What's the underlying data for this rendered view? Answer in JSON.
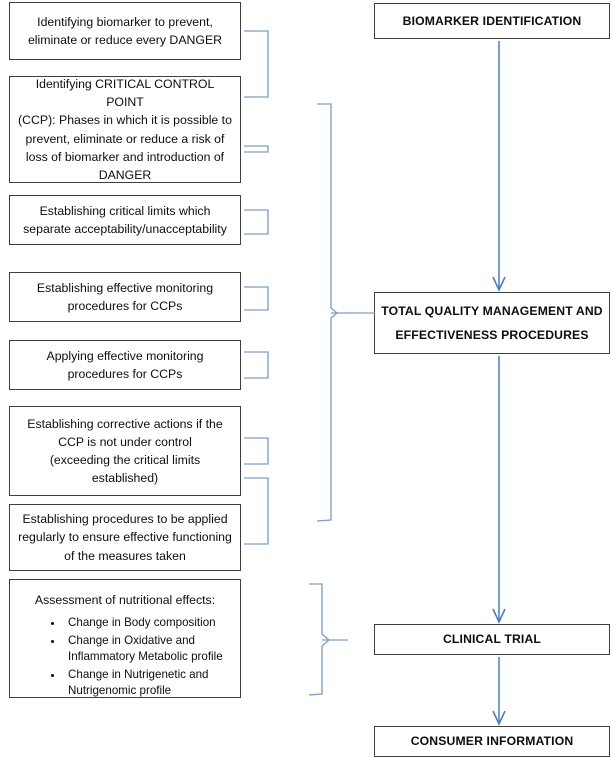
{
  "diagram": {
    "title": "Biomarker identification HACCP-style flowchart",
    "colors": {
      "box_border": "#3f3f3f",
      "bracket": "#7e9fc4",
      "arrow": "#4a7ebb",
      "background": "#ffffff",
      "text": "#0d0d0d"
    }
  },
  "left_column": {
    "steps": [
      {
        "id": "step-1",
        "lines": [
          "Identifying biomarker to prevent,",
          "eliminate or reduce every DANGER"
        ]
      },
      {
        "id": "step-2",
        "lines": [
          "Identifying CRITICAL CONTROL POINT",
          "(CCP): Phases in which it is possible to",
          "prevent, eliminate or reduce a risk of",
          "loss of biomarker and introduction of",
          "DANGER"
        ]
      },
      {
        "id": "step-3",
        "lines": [
          "Establishing critical limits which",
          "separate acceptability/unacceptability"
        ]
      },
      {
        "id": "step-4",
        "lines": [
          "Establishing effective monitoring",
          "procedures for CCPs"
        ]
      },
      {
        "id": "step-5",
        "lines": [
          "Applying effective monitoring",
          "procedures for CCPs"
        ]
      },
      {
        "id": "step-6",
        "lines": [
          "Establishing corrective actions if the",
          "CCP is not under control",
          "(exceeding the critical limits",
          "established)"
        ]
      },
      {
        "id": "step-7",
        "lines": [
          "Establishing procedures to be applied",
          "regularly to ensure effective functioning",
          "of the measures taken"
        ]
      }
    ],
    "assessment": {
      "id": "step-8",
      "title": "Assessment of nutritional effects:",
      "bullets": [
        "Change in Body composition",
        "Change in Oxidative and Inflammatory Metabolic profile",
        "Change in Nutrigenetic and Nutrigenomic profile"
      ]
    }
  },
  "right_column": {
    "nodes": [
      {
        "id": "node-biomarker-identification",
        "label": "BIOMARKER IDENTIFICATION"
      },
      {
        "id": "node-total-quality-management",
        "label_line_1": "TOTAL QUALITY MANAGEMENT AND",
        "label_line_2": "EFFECTIVENESS PROCEDURES"
      },
      {
        "id": "node-clinical-trial",
        "label": "CLINICAL TRIAL"
      },
      {
        "id": "node-consumer-information",
        "label": "CONSUMER INFORMATION"
      }
    ]
  }
}
